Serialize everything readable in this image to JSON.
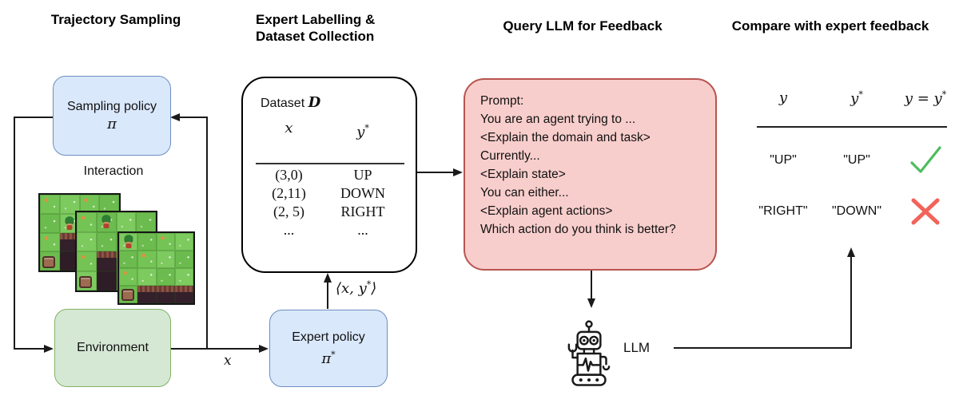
{
  "headings": {
    "trajectory": "Trajectory Sampling",
    "expert_line1": "Expert Labelling &",
    "expert_line2": "Dataset Collection",
    "query": "Query LLM for Feedback",
    "compare": "Compare with expert feedback"
  },
  "sampling_box": {
    "title": "Sampling policy",
    "symbol": "π"
  },
  "interaction_label": "Interaction",
  "environment_box": {
    "title": "Environment"
  },
  "expert_box": {
    "title": "Expert policy",
    "symbol_base": "π"
  },
  "star": "*",
  "labels": {
    "x": "x",
    "pair_open": "⟨x, y",
    "pair_close": "⟩"
  },
  "dataset": {
    "title_text": "Dataset",
    "symbol": "D",
    "col_x": "x",
    "col_y": "y",
    "rows": [
      {
        "x": "(3,0)",
        "y": "UP"
      },
      {
        "x": "(2,11)",
        "y": "DOWN"
      },
      {
        "x": "(2, 5)",
        "y": "RIGHT"
      },
      {
        "x": "...",
        "y": "..."
      }
    ]
  },
  "prompt": {
    "lines": [
      "Prompt:",
      "You are an agent trying to ...",
      "<Explain the domain and task>",
      "Currently...",
      "<Explain state>",
      "You can either...",
      "<Explain agent actions>",
      "Which action do you think is better?"
    ]
  },
  "llm": {
    "label": "LLM"
  },
  "compare": {
    "col_y": "y",
    "col_ystar_base": "y",
    "col_eq_base": "y = y",
    "rows": [
      {
        "y": "\"UP\"",
        "ystar": "\"UP\"",
        "match": "check"
      },
      {
        "y": "\"RIGHT\"",
        "ystar": "\"DOWN\"",
        "match": "cross"
      }
    ]
  },
  "colors": {
    "blue_fill": "#dae8fc",
    "blue_stroke": "#6c8ebf",
    "green_fill": "#d5e8d4",
    "green_stroke": "#82b366",
    "red_fill": "#f8cecc",
    "red_stroke": "#b85450",
    "line": "#1a1a1a",
    "check": "#4dbd5e",
    "cross": "#f2635a"
  },
  "environment": {
    "grids": [
      {
        "cells": [
          "go",
          "ga",
          "go",
          "gb",
          "gb",
          "ga",
          "ga",
          "gb",
          "go",
          "pt",
          "ga",
          "gb",
          "gb",
          "pd",
          "gb",
          "ga"
        ],
        "char": 5,
        "rock": 12
      },
      {
        "cells": [
          "go",
          "gb",
          "ga",
          "gb",
          "ga",
          "gb",
          "go",
          "ga",
          "go",
          "pt",
          "gb",
          "ga",
          "ga",
          "pd",
          "gb",
          "gb"
        ],
        "char": 1,
        "rock": 12
      },
      {
        "cells": [
          "ga",
          "gb",
          "go",
          "ga",
          "gb",
          "go",
          "ga",
          "gb",
          "go",
          "ga",
          "gb",
          "ga",
          "gb",
          "pt",
          "pt",
          "pt"
        ],
        "char": 0,
        "rock": 12
      }
    ]
  }
}
